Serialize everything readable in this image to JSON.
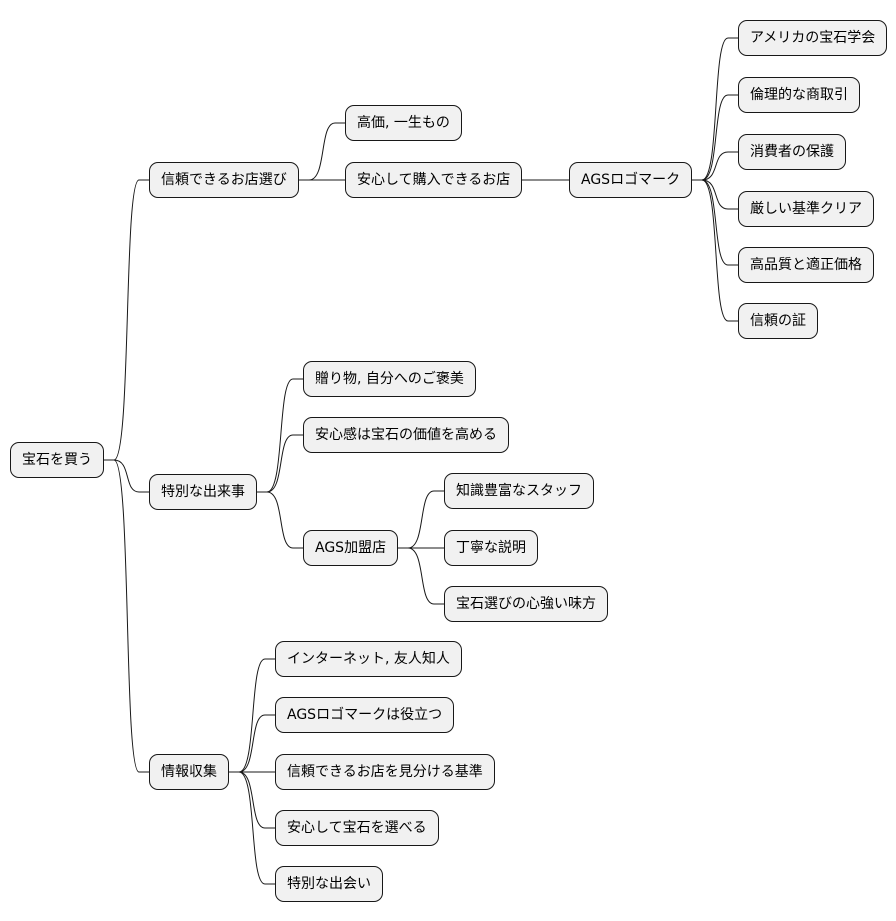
{
  "mindmap": {
    "root": "宝石を買う",
    "branches": [
      {
        "label": "信頼できるお店選び",
        "children": [
          {
            "label": "高価, 一生もの"
          },
          {
            "label": "安心して購入できるお店"
          }
        ],
        "ags_logo": {
          "label": "AGSロゴマーク",
          "children": [
            "アメリカの宝石学会",
            "倫理的な商取引",
            "消費者の保護",
            "厳しい基準クリア",
            "高品質と適正価格",
            "信頼の証"
          ]
        }
      },
      {
        "label": "特別な出来事",
        "children": [
          {
            "label": "贈り物, 自分へのご褒美"
          },
          {
            "label": "安心感は宝石の価値を高める"
          },
          {
            "label": "AGS加盟店"
          }
        ],
        "ags_member": {
          "children": [
            "知識豊富なスタッフ",
            "丁寧な説明",
            "宝石選びの心強い味方"
          ]
        }
      },
      {
        "label": "情報収集",
        "children": [
          {
            "label": "インターネット, 友人知人"
          },
          {
            "label": "AGSロゴマークは役立つ"
          },
          {
            "label": "信頼できるお店を見分ける基準"
          },
          {
            "label": "安心して宝石を選べる"
          },
          {
            "label": "特別な出会い"
          }
        ]
      }
    ]
  },
  "colors": {
    "node_fill": "#f1f1f1",
    "node_border": "#181818",
    "line": "#181818",
    "background": "#ffffff"
  }
}
